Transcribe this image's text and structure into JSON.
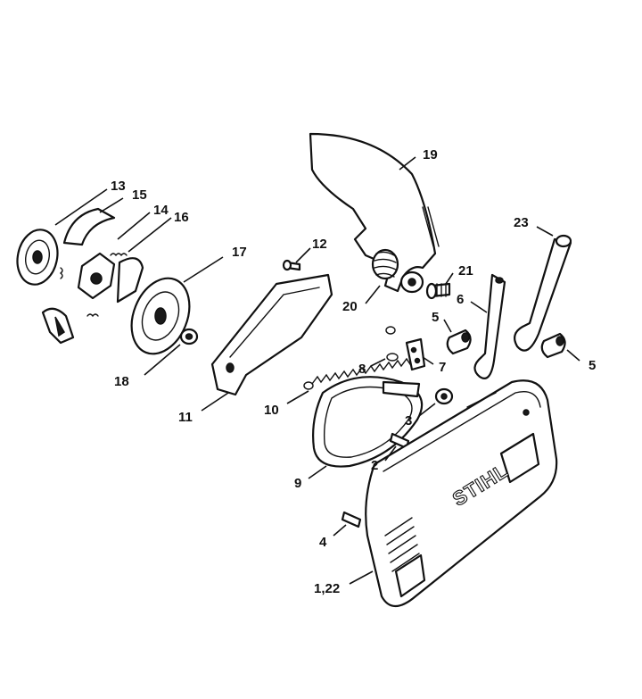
{
  "brand_mark": "STIHL",
  "callouts": [
    {
      "id": "c13",
      "label": "13"
    },
    {
      "id": "c15",
      "label": "15"
    },
    {
      "id": "c14",
      "label": "14"
    },
    {
      "id": "c16",
      "label": "16"
    },
    {
      "id": "c17",
      "label": "17"
    },
    {
      "id": "c18",
      "label": "18"
    },
    {
      "id": "c11",
      "label": "11"
    },
    {
      "id": "c12",
      "label": "12"
    },
    {
      "id": "c10",
      "label": "10"
    },
    {
      "id": "c19",
      "label": "19"
    },
    {
      "id": "c20",
      "label": "20"
    },
    {
      "id": "c21",
      "label": "21"
    },
    {
      "id": "c23",
      "label": "23"
    },
    {
      "id": "c6",
      "label": "6"
    },
    {
      "id": "c5a",
      "label": "5"
    },
    {
      "id": "c5b",
      "label": "5"
    },
    {
      "id": "c8",
      "label": "8"
    },
    {
      "id": "c7",
      "label": "7"
    },
    {
      "id": "c3",
      "label": "3"
    },
    {
      "id": "c2",
      "label": "2"
    },
    {
      "id": "c9",
      "label": "9"
    },
    {
      "id": "c4",
      "label": "4"
    },
    {
      "id": "c122",
      "label": "1,22"
    }
  ]
}
